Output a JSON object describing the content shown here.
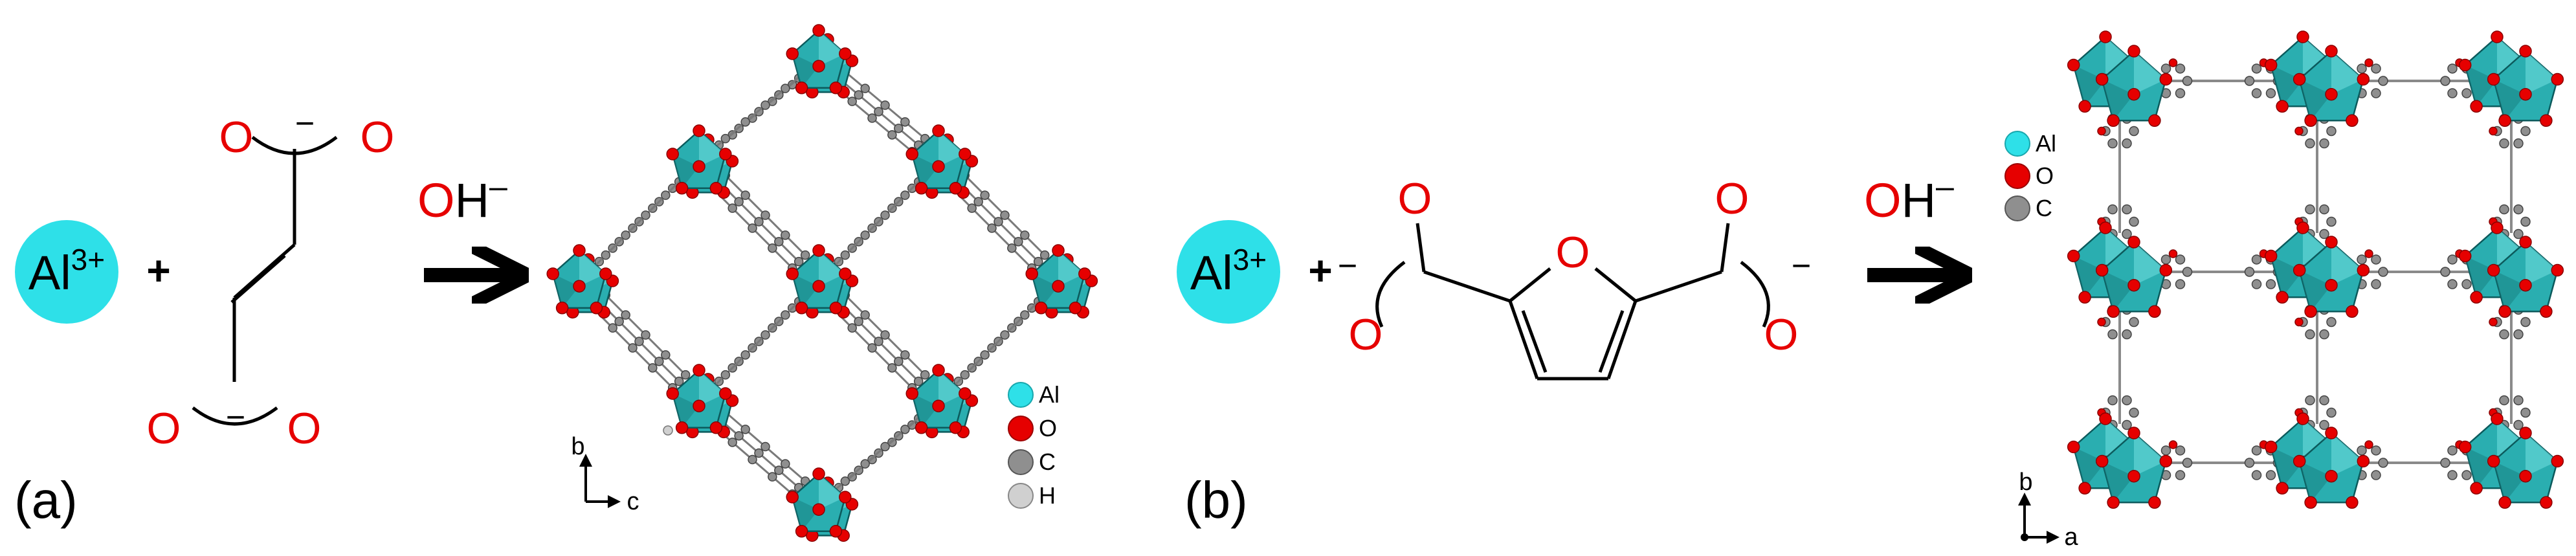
{
  "colors": {
    "aluminum": "#2ee0e8",
    "oxygen": "#e60000",
    "carbon": "#8f8f8f",
    "hydrogen": "#d0d0d0",
    "bond": "#000000",
    "octahedron": "#2aaeb0"
  },
  "panel_a": {
    "label": "(a)",
    "metal": {
      "symbol": "Al",
      "charge": "3+"
    },
    "plus": "+",
    "ligand": {
      "oxygens": [
        "O",
        "O",
        "O",
        "O"
      ],
      "charges": [
        "−",
        "−"
      ]
    },
    "reagent": {
      "o": "O",
      "rest": "H",
      "charge": "–"
    },
    "axes": {
      "vertical": "b",
      "horizontal": "c"
    },
    "legend": [
      {
        "symbol": "Al",
        "color_key": "aluminum"
      },
      {
        "symbol": "O",
        "color_key": "oxygen"
      },
      {
        "symbol": "C",
        "color_key": "carbon"
      },
      {
        "symbol": "H",
        "color_key": "hydrogen"
      }
    ]
  },
  "panel_b": {
    "label": "(b)",
    "metal": {
      "symbol": "Al",
      "charge": "3+"
    },
    "plus": "+",
    "ligand": {
      "ring_oxygen": "O",
      "oxygens": [
        "O",
        "O",
        "O",
        "O"
      ],
      "charges": [
        "−",
        "−"
      ]
    },
    "reagent": {
      "o": "O",
      "rest": "H",
      "charge": "–"
    },
    "axes": {
      "vertical": "b",
      "horizontal": "a"
    },
    "legend": [
      {
        "symbol": "Al",
        "color_key": "aluminum"
      },
      {
        "symbol": "O",
        "color_key": "oxygen"
      },
      {
        "symbol": "C",
        "color_key": "carbon"
      }
    ]
  }
}
